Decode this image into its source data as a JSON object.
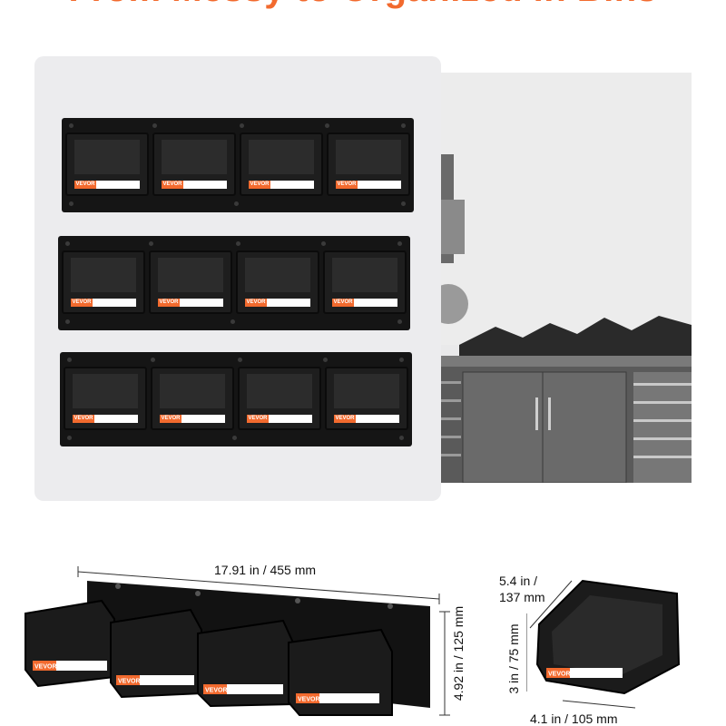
{
  "headline": "From Messy to Organized in Bins",
  "brand": "VEVOR",
  "dimensions": {
    "rail_length": "17.91 in / 455 mm",
    "rail_height": "4.92 in / 125 mm",
    "bin_depth_line1": "5.4 in /",
    "bin_depth_line2": "137 mm",
    "bin_height": "3 in / 75 mm",
    "bin_width": "4.1 in / 105 mm"
  },
  "colors": {
    "accent": "#f26a2e",
    "bins": "#1e1e1e",
    "panel": "#ececee"
  },
  "icons": [
    "wall-bin-rack",
    "storage-bin",
    "cabinet-photo"
  ]
}
